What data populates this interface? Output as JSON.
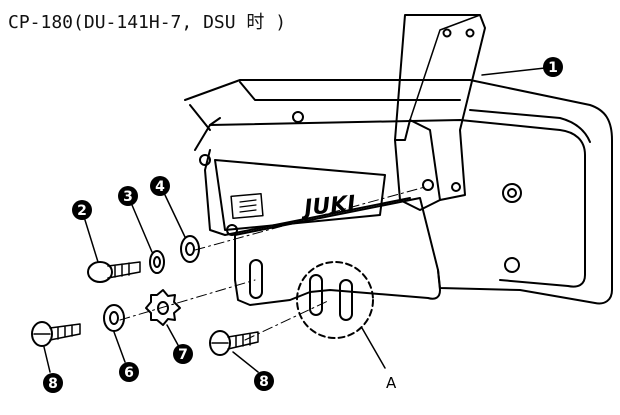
{
  "title": "CP-180(DU-141H-7, DSU 时 )",
  "brand": "JUKI",
  "callouts": [
    {
      "number": "1",
      "target": "bracket"
    },
    {
      "number": "2",
      "target": "screw"
    },
    {
      "number": "3",
      "target": "spring-washer"
    },
    {
      "number": "4",
      "target": "washer"
    },
    {
      "number": "6",
      "target": "washer"
    },
    {
      "number": "7",
      "target": "lock-washer"
    },
    {
      "number": "8",
      "target": "screw-left"
    },
    {
      "number": "8",
      "target": "screw-right"
    }
  ],
  "detail_label": "A"
}
